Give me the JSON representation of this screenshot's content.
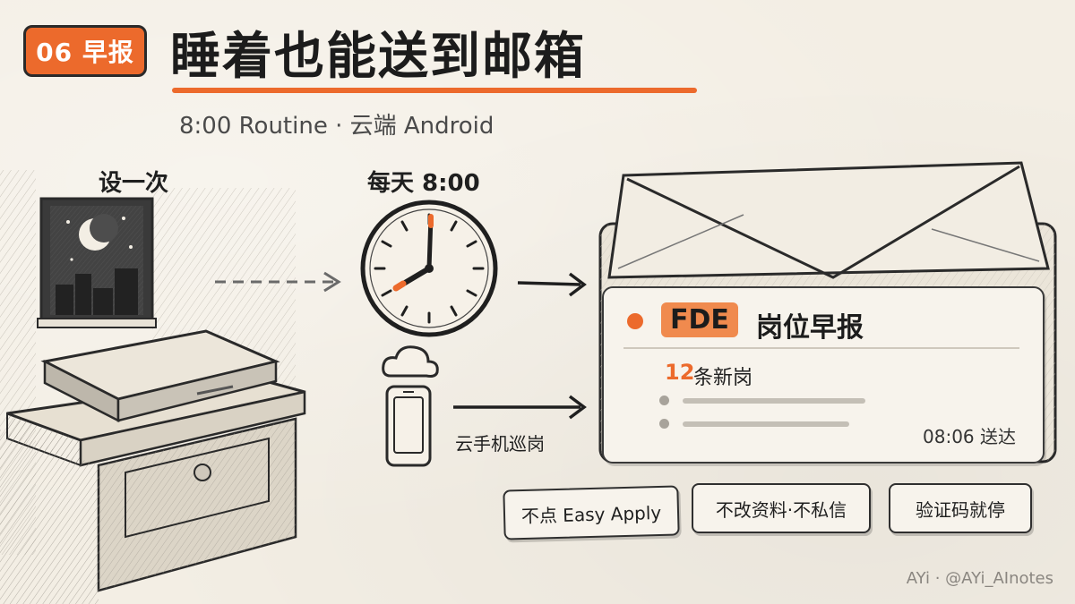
{
  "header": {
    "badge": "06 早报",
    "title": "睡着也能送到邮箱",
    "subtitle": "8:00 Routine · 云端 Android"
  },
  "steps": {
    "setup_label": "设一次",
    "schedule_label": "每天 8:00",
    "cloud_phone_label": "云手机巡岗"
  },
  "email_card": {
    "tag": "FDE",
    "title": "岗位早报",
    "count": "12",
    "count_label": "条新岗",
    "time": "08:06 送达"
  },
  "rules": [
    {
      "label": "不点 Easy Apply"
    },
    {
      "label": "不改资料·不私信"
    },
    {
      "label": "验证码就停"
    }
  ],
  "footer": "AYi · @AYi_AInotes",
  "colors": {
    "accent": "#ec6a2c",
    "paper": "#f3eee4",
    "ink": "#1f1f1f"
  },
  "icons": [
    "moon-icon",
    "clock-icon",
    "cloud-icon",
    "phone-icon",
    "envelope-icon",
    "laptop-icon"
  ]
}
